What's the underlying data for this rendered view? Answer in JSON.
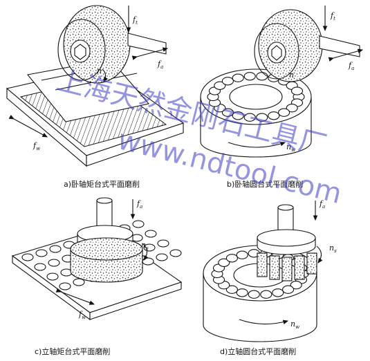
{
  "captions": {
    "a": "a)卧轴矩台式平面磨削",
    "b": "b)卧轴圆台式平面磨削",
    "c": "c)立轴矩台式平面磨削",
    "d": "d)立轴圆台式平面磨削"
  },
  "labels": {
    "a": {
      "f_t": "f",
      "f_t_sub": "t",
      "f_a": "f",
      "f_a_sub": "a",
      "f_w": "f",
      "f_w_sub": "w",
      "n": "n"
    },
    "b": {
      "f_t": "f",
      "f_t_sub": "t",
      "f_a": "f",
      "f_a_sub": "a",
      "n_w": "n",
      "n_w_sub": "w",
      "n": "n"
    },
    "c": {
      "f_a": "f",
      "f_a_sub": "a",
      "n_s": "n",
      "n_s_sub": "s",
      "f_w": "f",
      "f_w_sub": "w"
    },
    "d": {
      "f_a": "f",
      "f_a_sub": "a",
      "n_s": "n",
      "n_s_sub": "s",
      "n_w": "n",
      "n_w_sub": "w"
    }
  },
  "watermark": {
    "chinese": "上海天然金刚石工具厂",
    "url": "www.ndtool.com"
  },
  "colors": {
    "ink": "#111111",
    "watermark": "#3c3cc8"
  }
}
